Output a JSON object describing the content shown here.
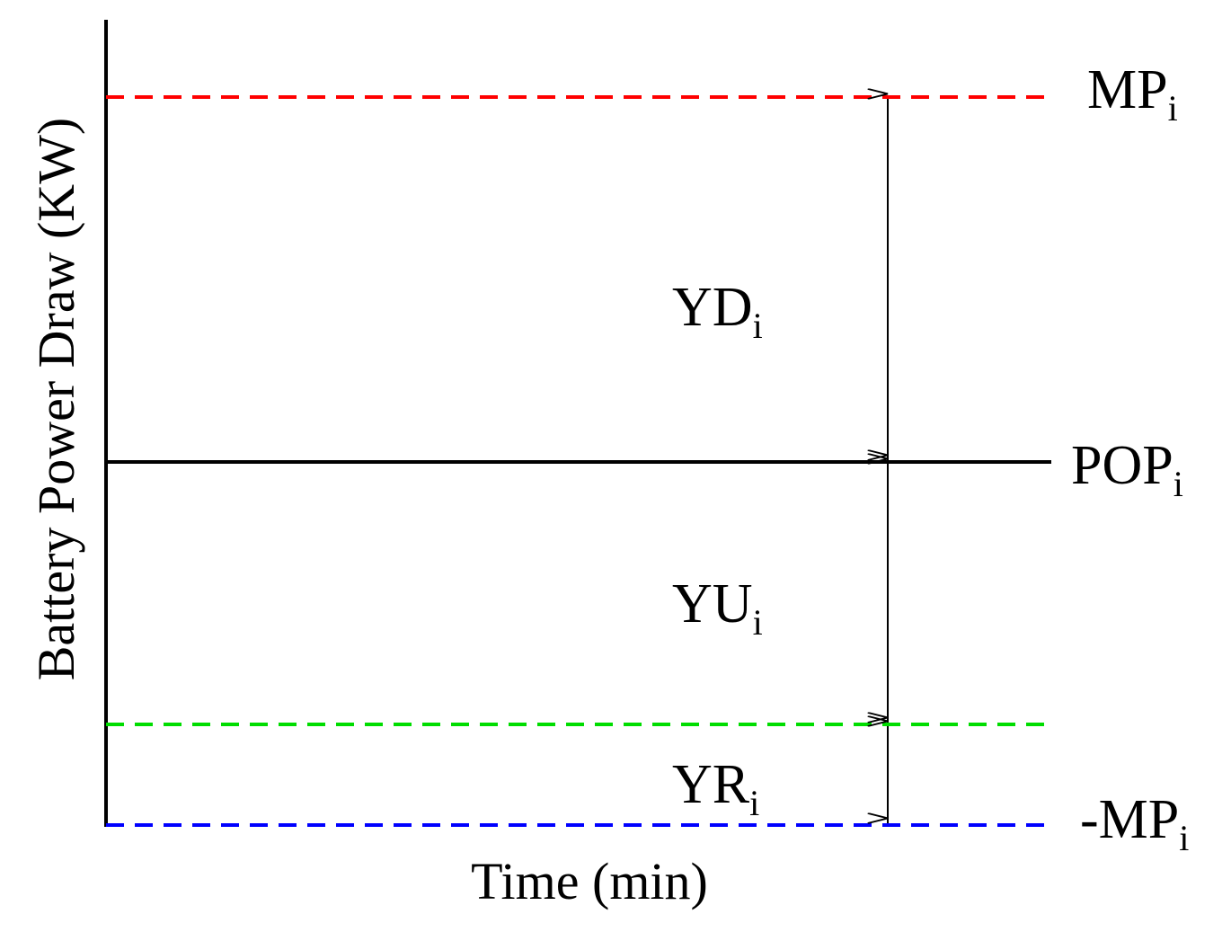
{
  "axes": {
    "x_label": "Time (min)",
    "y_label": "Battery Power Draw (KW)"
  },
  "levels": [
    {
      "base": "MP",
      "prefix": "",
      "sub": "i",
      "style": "dashed",
      "color": "#ff0000"
    },
    {
      "base": "POP",
      "prefix": "",
      "sub": "i",
      "style": "solid",
      "color": "#000000"
    },
    {
      "base": "",
      "prefix": "",
      "sub": "",
      "style": "dashed",
      "color": "#00dd00"
    },
    {
      "base": "MP",
      "prefix": "-",
      "sub": "i",
      "style": "dashed",
      "color": "#0000ff"
    }
  ],
  "intervals": [
    {
      "base": "YD",
      "sub": "i"
    },
    {
      "base": "YU",
      "sub": "i"
    },
    {
      "base": "YR",
      "sub": "i"
    }
  ]
}
